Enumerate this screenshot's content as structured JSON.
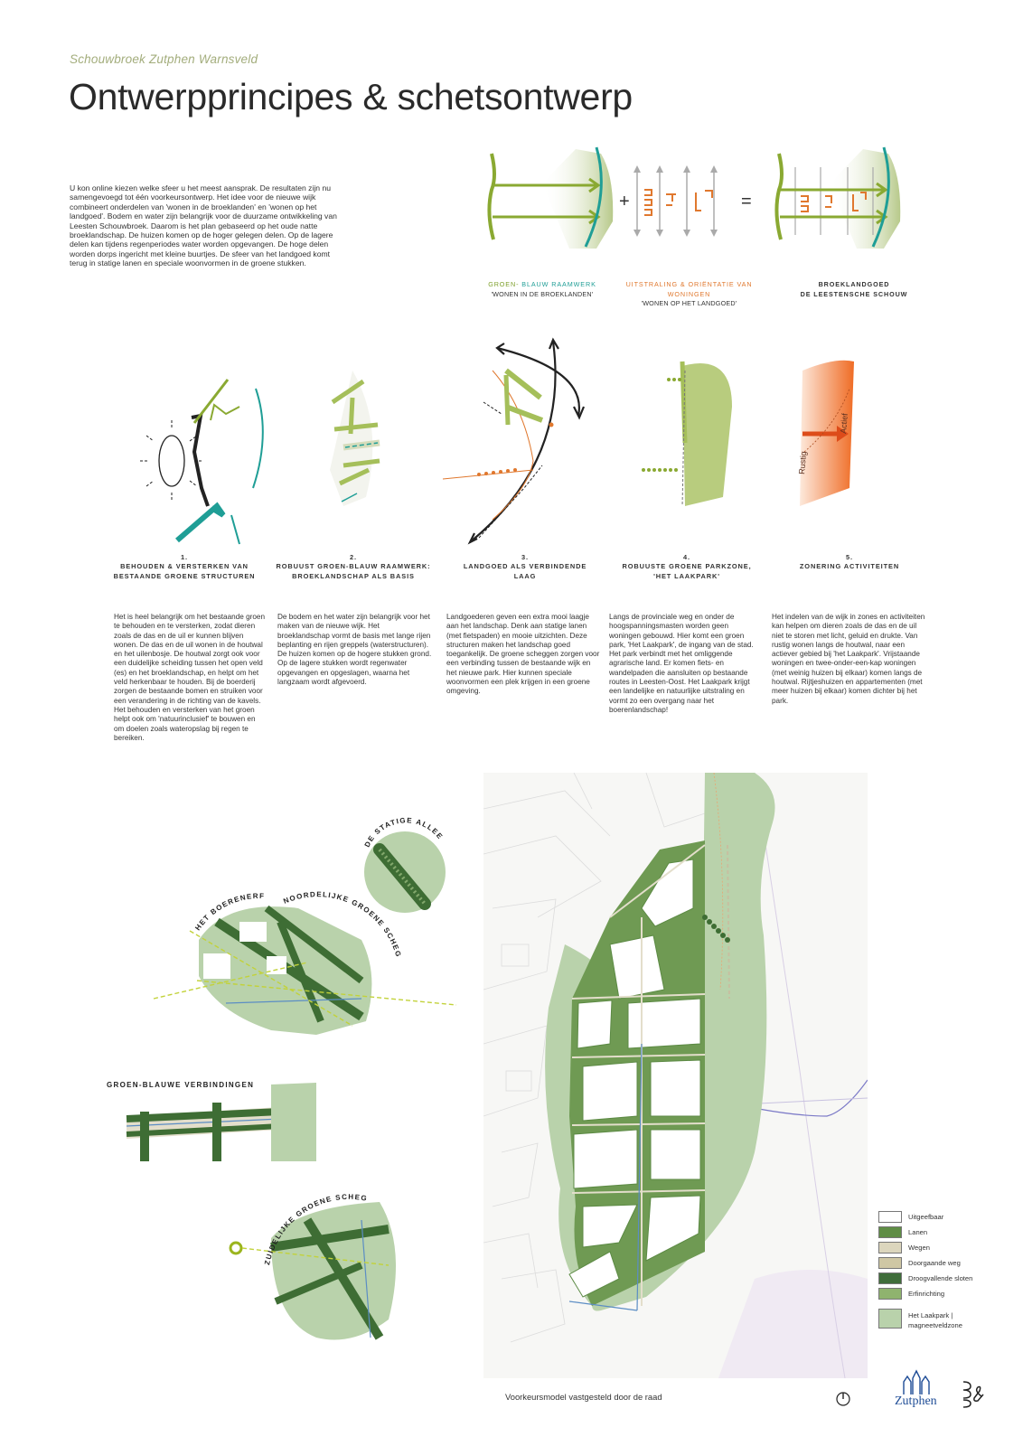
{
  "header": {
    "subtitle": "Schouwbroek Zutphen Warnsveld",
    "title": "Ontwerpprincipes & schetsontwerp"
  },
  "intro": "U kon online kiezen welke sfeer u het meest aansprak. De resultaten zijn nu samengevoegd tot één voorkeursontwerp. Het idee voor de nieuwe wijk combineert onderdelen van 'wonen in de broeklanden' en 'wonen op het landgoed'. Bodem en water zijn belangrijk voor de duurzame ontwikkeling van Leesten Schouwbroek. Daarom is het plan gebaseerd op het oude natte broeklandschap. De huizen komen op de hoger gelegen delen. Op de lagere delen kan tijdens regenperiodes water worden opgevangen. De hoge delen worden dorps ingericht met kleine buurtjes. De sfeer van het landgoed komt terug in statige lanen en speciale woonvormen in de groene stukken.",
  "formula": {
    "plus": "+",
    "equals": "=",
    "cap1_green": "GROEN-",
    "cap1_blue": " BLAUW RAAMWERK",
    "cap1_sub": "'WONEN IN DE BROEKLANDEN'",
    "cap2_orange": "UITSTRALING & ORIËNTATIE VAN WONINGEN",
    "cap2_sub": "'WONEN OP HET LANDGOED'",
    "cap3_line1": "BROEKLANDGOED",
    "cap3_line2": "DE LEESTENSCHE SCHOUW"
  },
  "principles": [
    {
      "num": "1.",
      "title": "BEHOUDEN & VERSTERKEN VAN BESTAANDE GROENE STRUCTUREN",
      "text": "Het is heel belangrijk om het bestaande groen te behouden en te versterken, zodat dieren zoals de das en de uil er kunnen blijven wonen. De das en de uil wonen in de houtwal en het uilenbosje. De houtwal zorgt ook voor een duidelijke scheiding tussen het open veld (es) en het broeklandschap, en helpt om het veld herkenbaar te houden. Bij de boerderij zorgen de bestaande bomen en struiken voor een verandering in de richting van de kavels. Het behouden en versterken van het groen helpt ook om 'natuurinclusief' te bouwen en om doelen zoals wateropslag bij regen te bereiken."
    },
    {
      "num": "2.",
      "title": "ROBUUST GROEN-BLAUW RAAMWERK: BROEKLANDSCHAP ALS BASIS",
      "text": "De bodem en het water zijn belangrijk voor het maken van de nieuwe wijk. Het broeklandschap vormt de basis met lange rijen beplanting en rijen greppels (waterstructuren). De huizen komen op de hogere stukken grond. Op de lagere stukken wordt regenwater opgevangen en opgeslagen, waarna het langzaam wordt afgevoerd."
    },
    {
      "num": "3.",
      "title": "LANDGOED ALS VERBINDENDE LAAG",
      "text": "Landgoederen geven een extra mooi laagje aan het landschap. Denk aan statige lanen (met fietspaden) en mooie uitzichten. Deze structuren maken het landschap goed toegankelijk. De groene scheggen zorgen voor een verbinding tussen de bestaande wijk en het nieuwe park. Hier kunnen speciale woonvormen een plek krijgen in een groene omgeving."
    },
    {
      "num": "4.",
      "title": "ROBUUSTE GROENE PARKZONE, 'HET LAAKPARK'",
      "text": "Langs de provinciale weg en onder de hoogspanningsmasten worden geen woningen gebouwd. Hier komt een groen park, 'Het Laakpark', de ingang van de stad. Het park verbindt met het omliggende agrarische land. Er komen fiets- en wandelpaden die aansluiten op bestaande routes in Leesten-Oost. Het Laakpark krijgt een landelijke en natuurlijke uitstraling en vormt zo een overgang naar het boerenlandschap!"
    },
    {
      "num": "5.",
      "title": "ZONERING ACTIVITEITEN",
      "text": "Het indelen van de wijk in zones en activiteiten kan helpen om dieren zoals de das en de uil niet te storen met licht, geluid en drukte. Van rustig wonen langs de houtwal, naar een actiever gebied bij 'het Laakpark'. Vrijstaande woningen en twee-onder-een-kap woningen (met weinig huizen bij elkaar) komen langs de houtwal. Rijtjeshuizen en appartementen (met meer huizen bij elkaar) komen dichter bij het park."
    }
  ],
  "diagram5": {
    "rustig": "Rustig",
    "actief": "Actief"
  },
  "details": {
    "statige": "DE STATIGE ALLEE",
    "boerenerf": "HET BOERENERF",
    "noordelijke": "NOORDELIJKE GROENE SCHEG",
    "groenblauw": "GROEN-BLAUWE VERBINDINGEN",
    "zuidelijke": "ZUIDELIJKE GROENE SCHEG"
  },
  "legend": [
    {
      "label": "Uitgeefbaar",
      "color": "#ffffff"
    },
    {
      "label": "Lanen",
      "color": "#5f8d45"
    },
    {
      "label": "Wegen",
      "color": "#dcd6bd"
    },
    {
      "label": "Doorgaande weg",
      "color": "#cfc7a4"
    },
    {
      "label": "Droogvallende sloten",
      "color": "#3f6d3a"
    },
    {
      "label": "Erfinrichting",
      "color": "#8fb36e"
    },
    {
      "label": "Het Laakpark | magneetveldzone",
      "color": "#b9d2ab"
    }
  ],
  "footer": {
    "caption": "Voorkeursmodel vastgesteld door de raad",
    "logo_zutphen": "Zutphen"
  },
  "colors": {
    "green": "#8aa932",
    "teal": "#1f9e96",
    "orange": "#e0782e",
    "park": "#b9d2ab",
    "lane": "#4e7d3e"
  }
}
